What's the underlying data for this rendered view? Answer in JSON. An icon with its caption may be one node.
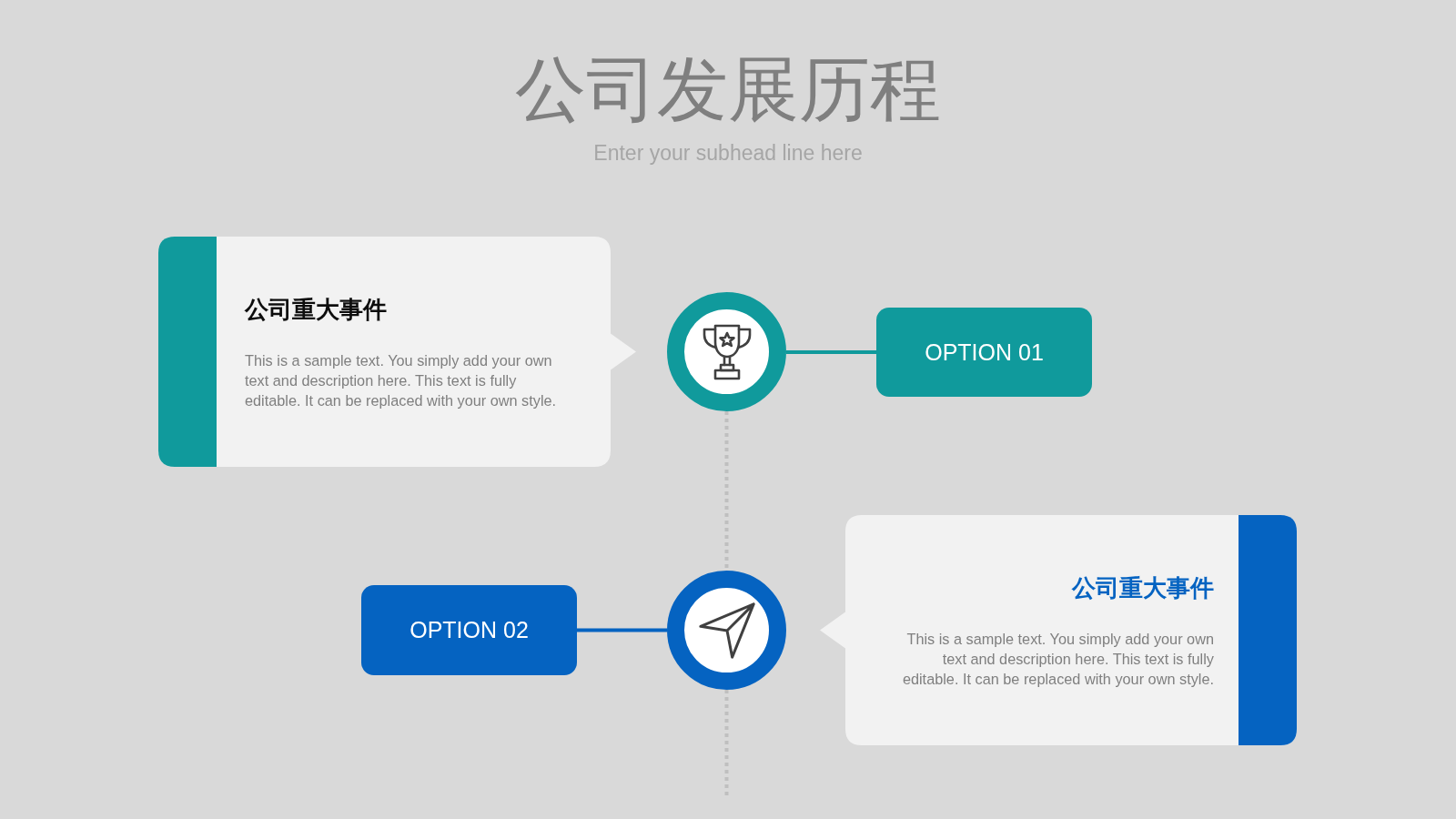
{
  "diagram": {
    "title": "公司发展历程",
    "nodes": [
      {
        "text": [
          "公司重大事件",
          "This is a sample text. You simply add your own text and description here. This text is fully editable. It can be replaced with your own style."
        ]
      },
      {
        "text": [],
        "shape": "circle"
      },
      {
        "text": [
          "OPTION 01"
        ]
      },
      {
        "text": [
          "OPTION 02"
        ]
      },
      {
        "text": [],
        "shape": "circle"
      },
      {
        "text": [
          "公司重大事件",
          "This is a sample text. You simply add your own text and description here. This text is fully editable. It can be replaced with your own style."
        ]
      }
    ],
    "edges": [
      {
        "from": 1,
        "to": 2,
        "arrow": "none",
        "color": "#109a9c"
      },
      {
        "from": 3,
        "to": 4,
        "arrow": "none",
        "color": "#0563c1"
      },
      {
        "from": 1,
        "to": 4,
        "arrow": "none",
        "style": "dashed",
        "color": "#bfbfbf"
      },
      {
        "from": 4,
        "to": null,
        "arrow": "none",
        "style": "dashed",
        "color": "#bfbfbf"
      }
    ],
    "labels": [
      "Enter your subhead line here"
    ]
  }
}
